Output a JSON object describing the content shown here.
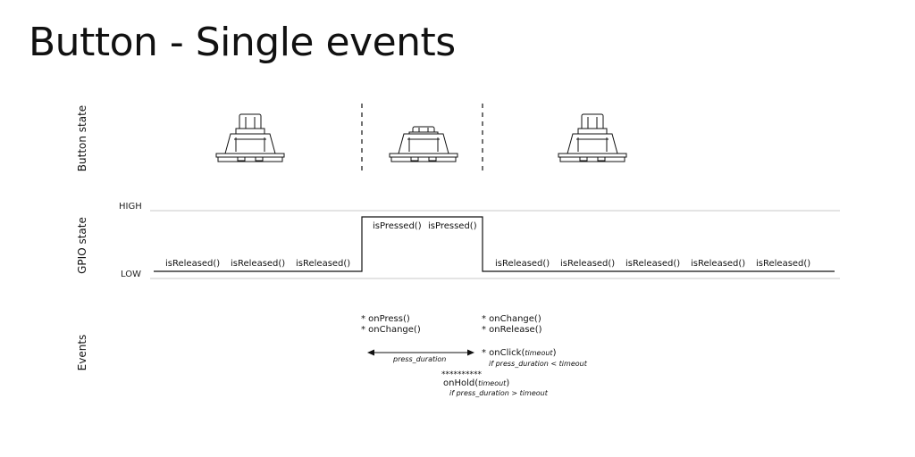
{
  "title": "Button - Single events",
  "rows": {
    "button_state": "Button state",
    "gpio_state": "GPIO state",
    "events": "Events"
  },
  "levels": {
    "high": "HIGH",
    "low": "LOW"
  },
  "signal_labels": {
    "released": "isReleased()",
    "pressed": "isPressed()"
  },
  "events": {
    "press": [
      "* onPress()",
      "* onChange()"
    ],
    "release": [
      "* onChange()",
      "* onRelease()"
    ],
    "click_prefix": "* onClick(",
    "click_arg": "timeout",
    "click_suffix": ")",
    "click_condition": "if press_duration < timeout",
    "duration_label": "press_duration",
    "hold_stars": "**********",
    "hold_prefix": "onHold(",
    "hold_arg": "timeout",
    "hold_suffix": ")",
    "hold_condition": "if press_duration > timeout"
  },
  "colors": {
    "ink": "#111111",
    "gridline": "#c8c8c8"
  },
  "icons": [
    "button-released-icon",
    "button-pressed-icon",
    "button-released-icon"
  ]
}
